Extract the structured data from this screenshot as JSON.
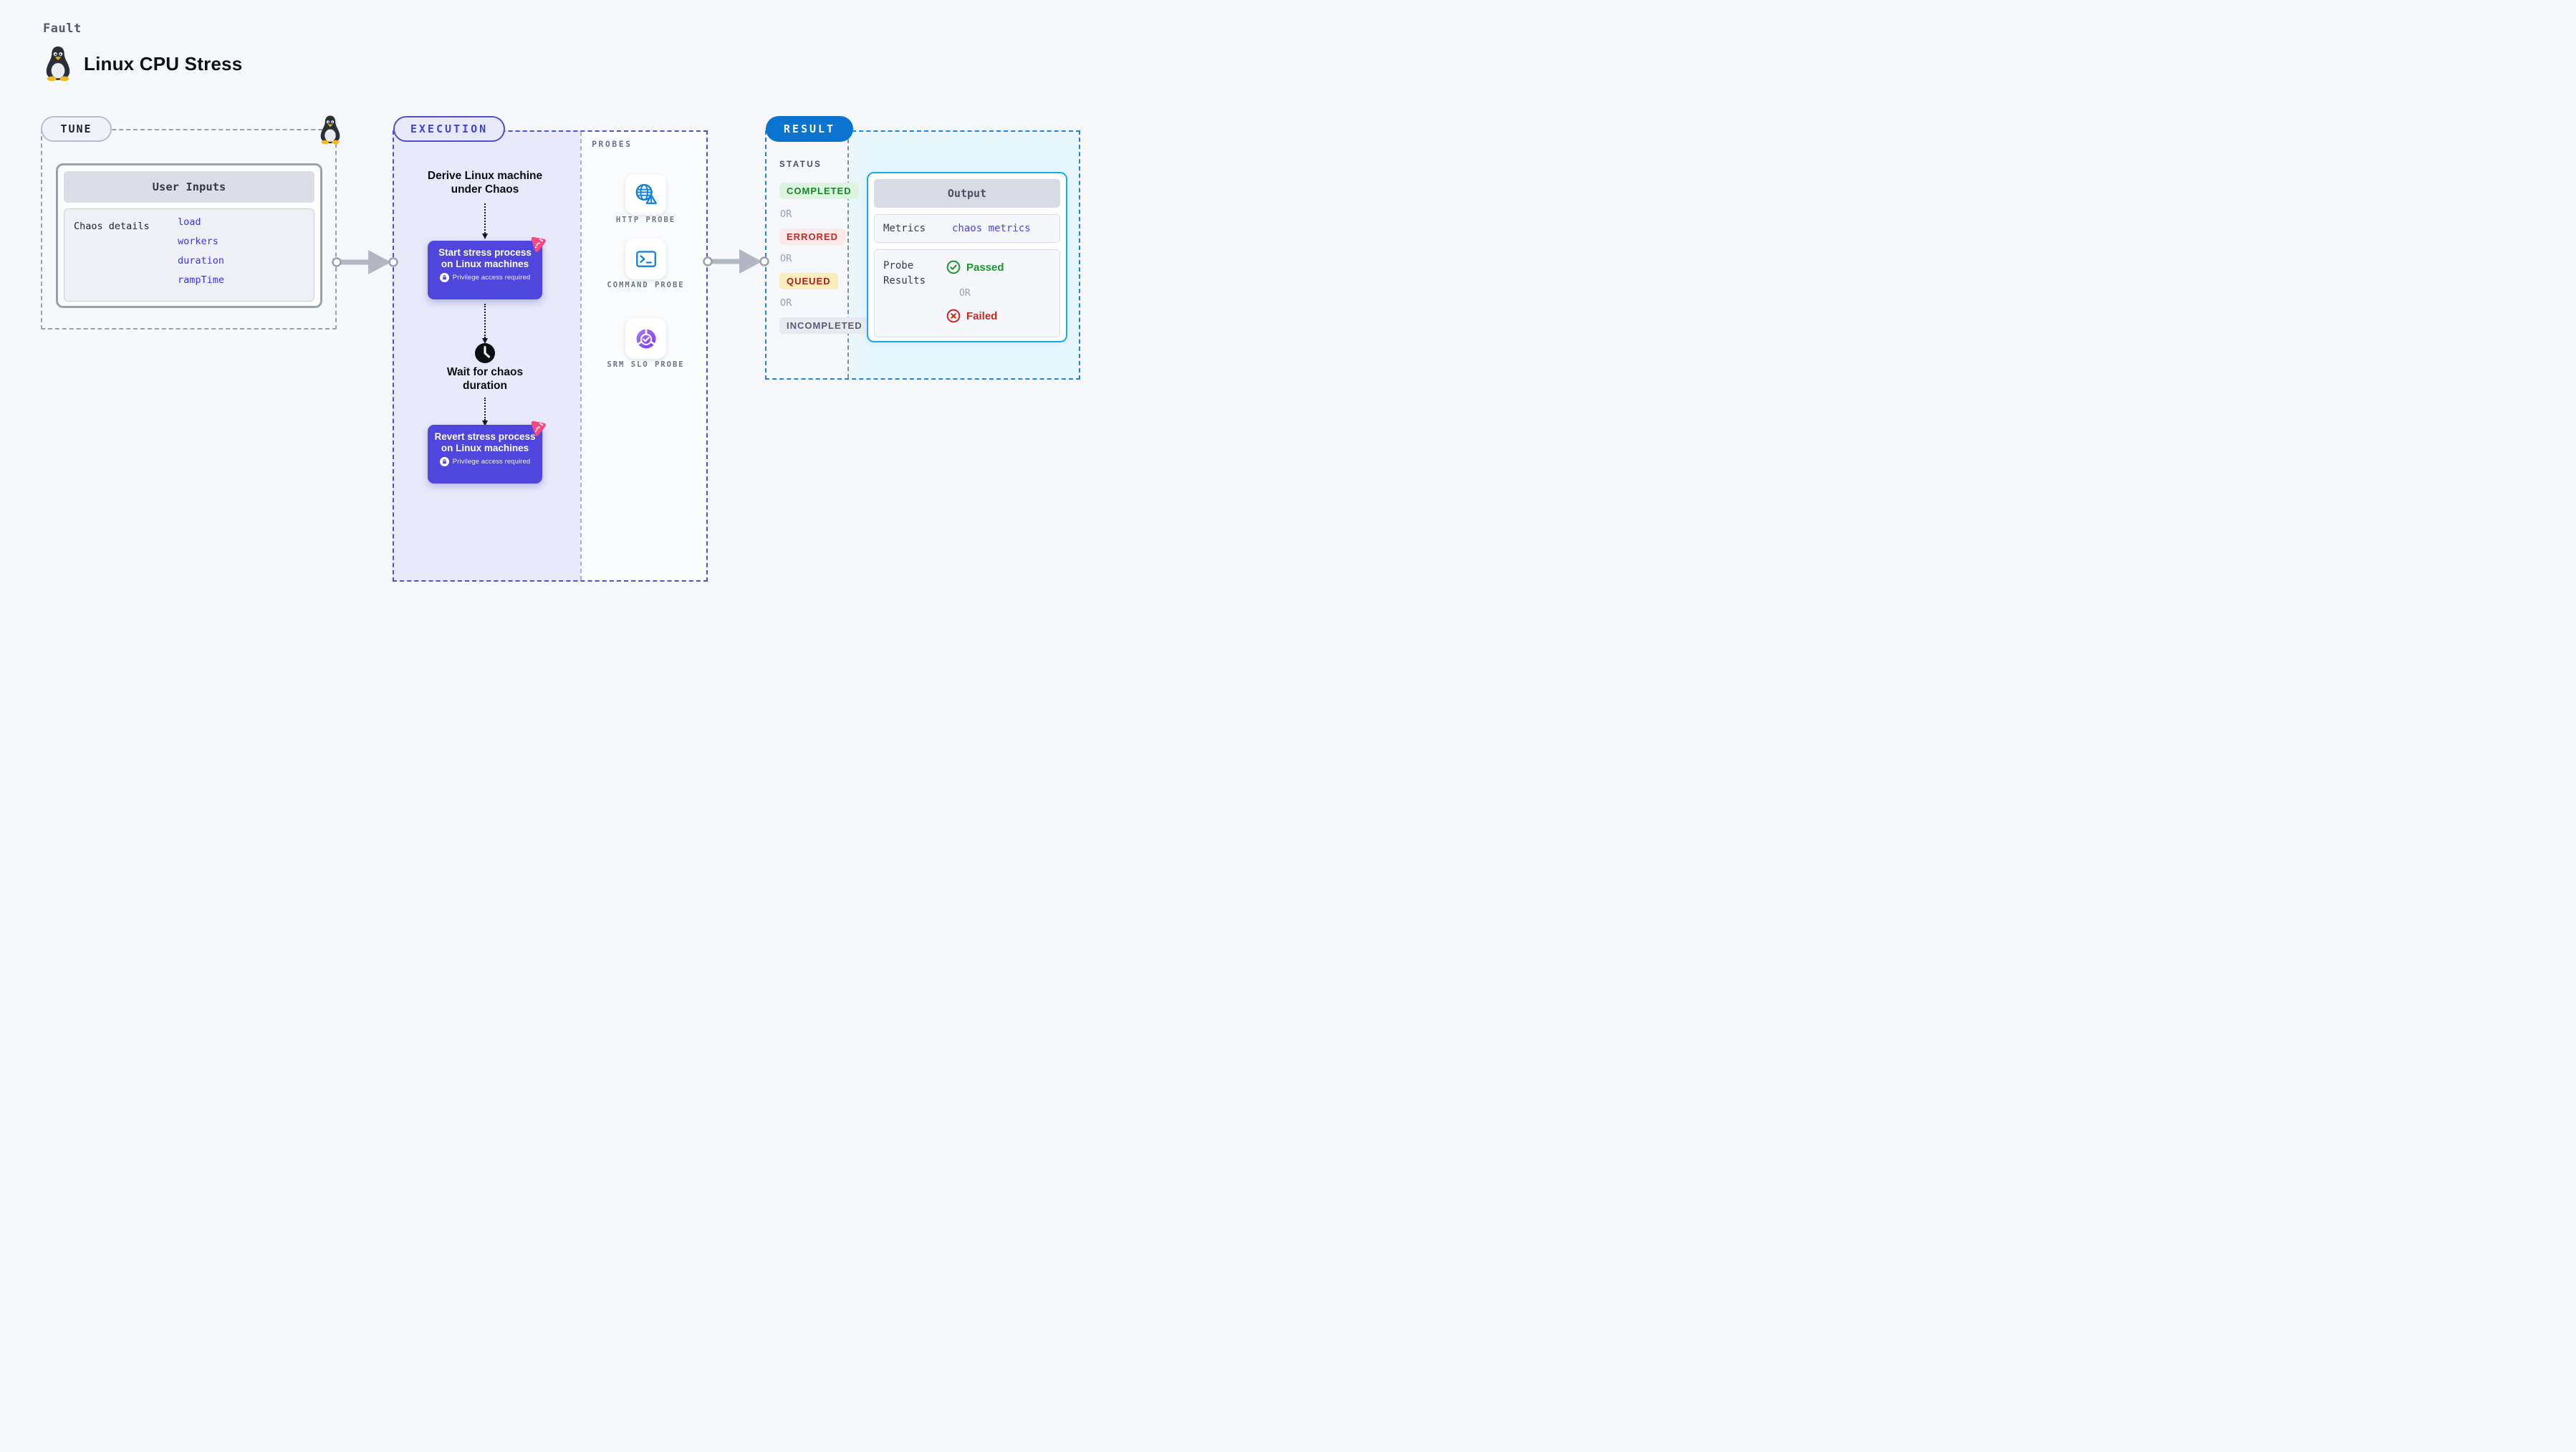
{
  "page": {
    "kind_label": "Fault",
    "title": "Linux CPU Stress"
  },
  "tune": {
    "label": "TUNE",
    "user_inputs": {
      "header": "User Inputs",
      "row_label": "Chaos details",
      "params": [
        "load",
        "workers",
        "duration",
        "rampTime"
      ]
    }
  },
  "execution": {
    "label": "EXECUTION",
    "steps": {
      "derive": "Derive Linux machine under Chaos",
      "start": "Start stress process on Linux machines",
      "wait": "Wait for chaos duration",
      "revert": "Revert stress process on Linux machines",
      "privilege_note": "Privilege access required"
    }
  },
  "probes": {
    "label": "PROBES",
    "items": [
      {
        "name": "HTTP PROBE",
        "icon": "globe-warning-icon"
      },
      {
        "name": "COMMAND PROBE",
        "icon": "terminal-icon"
      },
      {
        "name": "SRM SLO PROBE",
        "icon": "slo-pie-check-icon"
      }
    ]
  },
  "result": {
    "label": "RESULT",
    "status": {
      "heading": "STATUS",
      "or_label": "OR",
      "badges": [
        {
          "label": "COMPLETED",
          "fg": "#15862a",
          "bg": "#def4e0"
        },
        {
          "label": "ERRORED",
          "fg": "#c02929",
          "bg": "#fce9e8"
        },
        {
          "label": "QUEUED",
          "fg": "#ad1d12",
          "bg": "#fbeebe"
        },
        {
          "label": "INCOMPLETED",
          "fg": "#565e72",
          "bg": "#e9eaf1"
        }
      ]
    },
    "output": {
      "header": "Output",
      "metrics_label": "Metrics",
      "metrics_link": "chaos metrics",
      "probe_results_label": "Probe Results",
      "passed_label": "Passed",
      "or_label": "OR",
      "failed_label": "Failed"
    }
  },
  "colors": {
    "indigo_accent": "#4d52cb",
    "step_purple": "#4f46dd",
    "result_blue": "#0b74d0",
    "output_border_cyan": "#12b0e7",
    "link_blue": "#3c35f2",
    "passed_green": "#17982c",
    "failed_red": "#d3251b",
    "chaos_pink": "#f9487f",
    "probe_icon_blue": "#0c7fd8"
  }
}
